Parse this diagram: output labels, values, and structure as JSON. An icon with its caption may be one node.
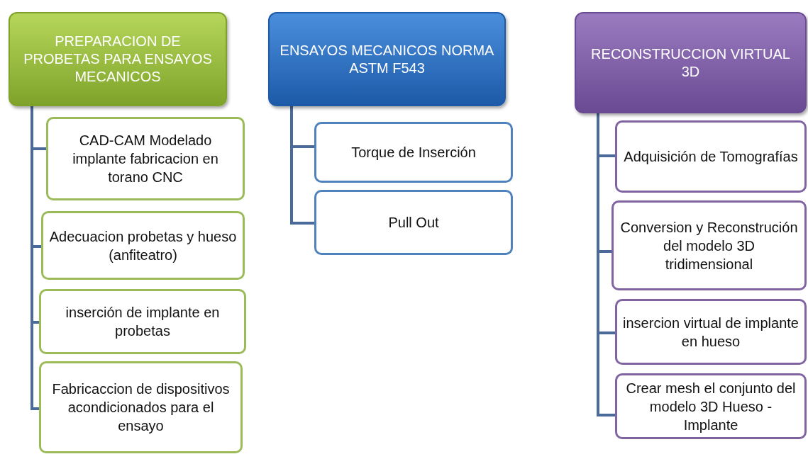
{
  "diagram": {
    "nodes": [
      {
        "text": [
          "PREPARACION DE PROBETAS PARA ENSAYOS MECANICOS"
        ]
      },
      {
        "text": [
          "CAD-CAM Modelado implante fabricacion en torano CNC"
        ]
      },
      {
        "text": [
          "Adecuacion probetas y hueso (anfiteatro)"
        ]
      },
      {
        "text": [
          "inserción de implante en probetas"
        ]
      },
      {
        "text": [
          "Fabricaccion de dispositivos acondicionados para el ensayo"
        ]
      },
      {
        "text": [
          "ENSAYOS MECANICOS NORMA ASTM F543"
        ]
      },
      {
        "text": [
          "Torque de Inserción"
        ]
      },
      {
        "text": [
          "Pull Out"
        ]
      },
      {
        "text": [
          "RECONSTRUCCION VIRTUAL 3D"
        ]
      },
      {
        "text": [
          "Adquisición de Tomografías"
        ]
      },
      {
        "text": [
          "Conversion y Reconstrución del modelo 3D tridimensional"
        ]
      },
      {
        "text": [
          "insercion virtual de implante en hueso"
        ]
      },
      {
        "text": [
          "Crear mesh el conjunto del modelo 3D Hueso - Implante"
        ]
      }
    ],
    "edges": [
      {
        "from": 0,
        "to": 1,
        "arrow": "none"
      },
      {
        "from": 0,
        "to": 2,
        "arrow": "none"
      },
      {
        "from": 0,
        "to": 3,
        "arrow": "none"
      },
      {
        "from": 0,
        "to": 4,
        "arrow": "none"
      },
      {
        "from": 5,
        "to": 6,
        "arrow": "none"
      },
      {
        "from": 5,
        "to": 7,
        "arrow": "none"
      },
      {
        "from": 8,
        "to": 9,
        "arrow": "none"
      },
      {
        "from": 8,
        "to": 10,
        "arrow": "none"
      },
      {
        "from": 8,
        "to": 11,
        "arrow": "none"
      },
      {
        "from": 8,
        "to": 12,
        "arrow": "none"
      }
    ]
  }
}
